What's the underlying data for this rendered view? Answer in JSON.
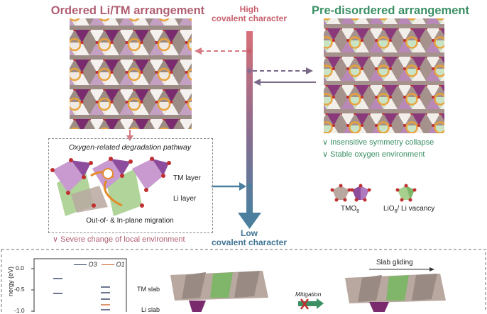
{
  "titles": {
    "ordered": "Ordered Li/TM arrangement",
    "disordered": "Pre-disordered arrangement"
  },
  "axis": {
    "high_line1": "High",
    "high_line2": "covalent character",
    "low_line1": "Low",
    "low_line2": "covalent character"
  },
  "degradation_box": {
    "title": "Oxygen-related degradation pathway",
    "tm_layer": "TM layer",
    "li_layer": "Li layer",
    "migration": "Out-of- & In-plane migration"
  },
  "notes": {
    "severe": "∨ Severe change of local environment",
    "insensitive": "∨ Insensitive symmetry collapse",
    "stable": "∨ Stable oxygen environment"
  },
  "legend": {
    "tmo6": "TMO",
    "tmo6_sub": "6",
    "lio6": "LiO",
    "lio6_sub": "6",
    "lio6_suffix": "/ Li vacancy"
  },
  "bottom": {
    "energy_axis": "nergy (eV)",
    "ticks": [
      "0.0",
      "-0.5",
      "-1.0"
    ],
    "legend_o3": "O3",
    "legend_o1": "O1",
    "tm_slab": "TM slab",
    "li_slab": "Li slab",
    "mitigation": "Mitigation",
    "slab_gliding": "Slab gliding"
  },
  "colors": {
    "pink": "#b05f72",
    "green": "#3a8f63",
    "blue": "#3e7394",
    "o3": "#3a4a6a",
    "o1": "#d0703a"
  }
}
